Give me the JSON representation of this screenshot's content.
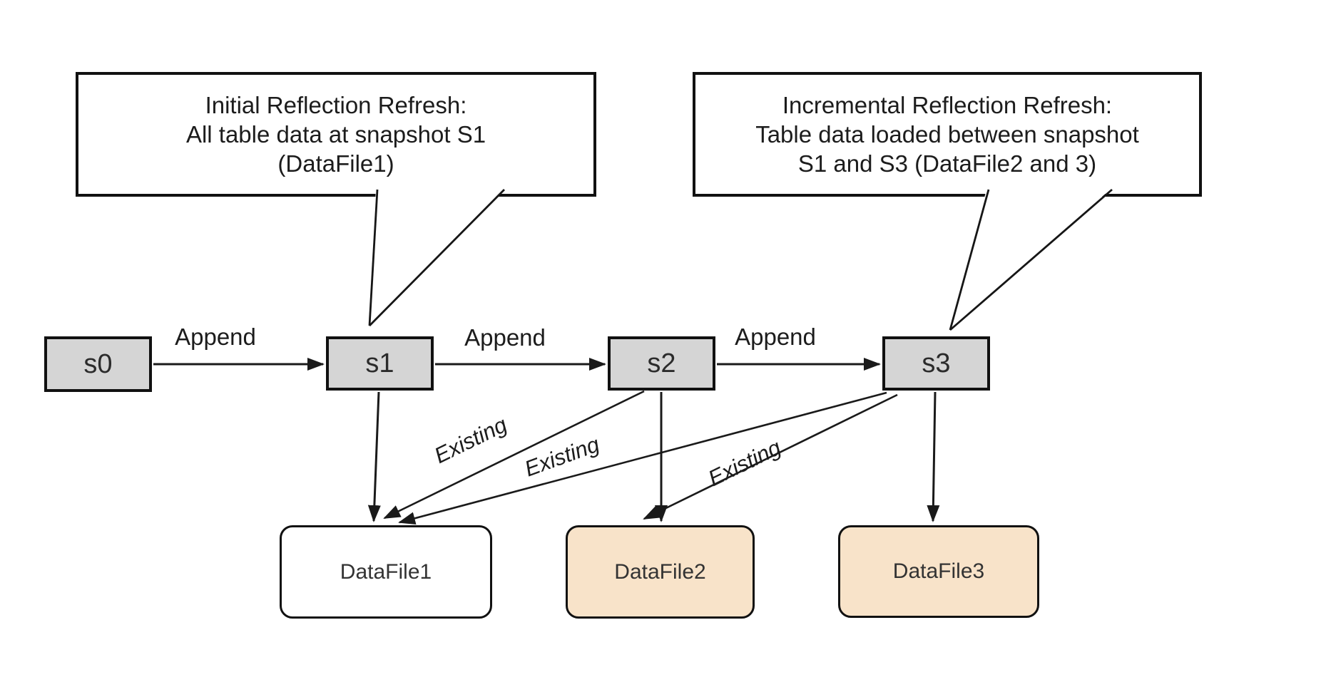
{
  "diagram": {
    "title": "Iceberg snapshot reflection refresh diagram",
    "callouts": {
      "initial": {
        "lines": [
          "Initial Reflection Refresh:",
          "All table data at snapshot S1",
          "(DataFile1)"
        ],
        "points_to": "s1"
      },
      "incremental": {
        "lines": [
          "Incremental Reflection Refresh:",
          "Table data loaded between snapshot",
          "S1 and S3 (DataFile2 and 3)"
        ],
        "points_to": "s3"
      }
    },
    "snapshots": [
      {
        "label": "s0"
      },
      {
        "label": "s1"
      },
      {
        "label": "s2"
      },
      {
        "label": "s3"
      }
    ],
    "append_labels": [
      "Append",
      "Append",
      "Append"
    ],
    "existing_labels": [
      "Existing",
      "Existing",
      "Existing"
    ],
    "datafiles": [
      {
        "label": "DataFile1",
        "fill": "#ffffff"
      },
      {
        "label": "DataFile2",
        "fill": "#f8e3c9"
      },
      {
        "label": "DataFile3",
        "fill": "#f8e3c9"
      }
    ],
    "edges": [
      {
        "from": "s0",
        "to": "s1",
        "label": "Append"
      },
      {
        "from": "s1",
        "to": "s2",
        "label": "Append"
      },
      {
        "from": "s2",
        "to": "s3",
        "label": "Append"
      },
      {
        "from": "s1",
        "to": "DataFile1",
        "label": ""
      },
      {
        "from": "s2",
        "to": "DataFile2",
        "label": ""
      },
      {
        "from": "s3",
        "to": "DataFile3",
        "label": ""
      },
      {
        "from": "s2",
        "to": "DataFile1",
        "label": "Existing"
      },
      {
        "from": "s3",
        "to": "DataFile1",
        "label": "Existing"
      },
      {
        "from": "s3",
        "to": "DataFile2",
        "label": "Existing"
      }
    ],
    "colors": {
      "background": "#ffffff",
      "snapshot_fill": "#d5d5d5",
      "datafile_initial_fill": "#ffffff",
      "datafile_incremental_fill": "#f8e3c9",
      "line": "#1a1a1a",
      "border": "#111111"
    }
  }
}
